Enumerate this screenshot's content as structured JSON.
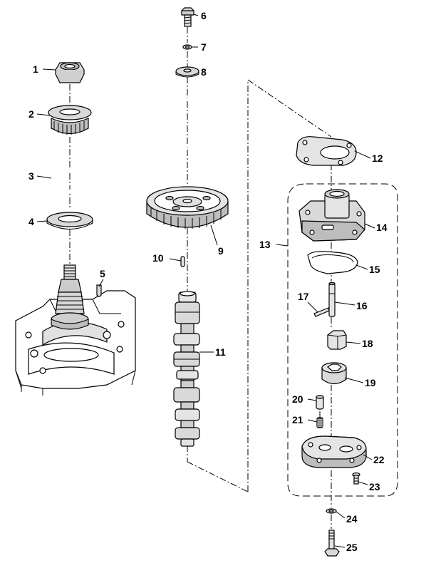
{
  "callouts": {
    "c1": "1",
    "c2": "2",
    "c3": "3",
    "c4": "4",
    "c5": "5",
    "c6": "6",
    "c7": "7",
    "c8": "8",
    "c9": "9",
    "c10": "10",
    "c11": "11",
    "c12": "12",
    "c13": "13",
    "c14": "14",
    "c15": "15",
    "c16": "16",
    "c17": "17",
    "c18": "18",
    "c19": "19",
    "c20": "20",
    "c21": "21",
    "c22": "22",
    "c23": "23",
    "c24": "24",
    "c25": "25"
  },
  "colors": {
    "line": "#000000",
    "part_fill": "#e6e6e6",
    "part_dark": "#444444",
    "background": "#ffffff"
  }
}
